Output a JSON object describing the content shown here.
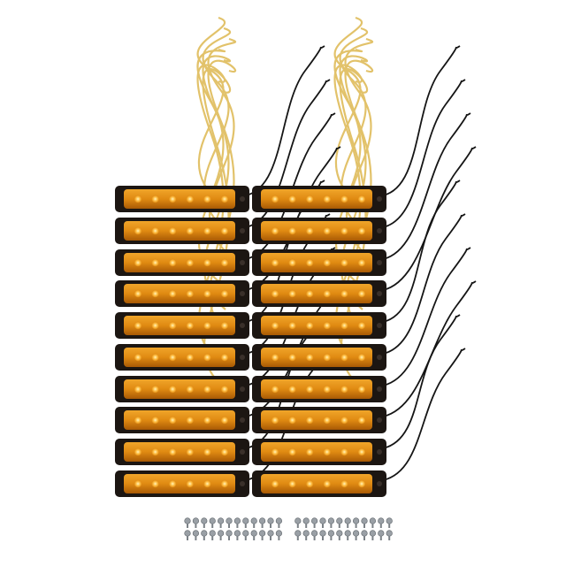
{
  "product": {
    "name": "amber-led-side-marker-lights",
    "light_count": 20,
    "columns": 2,
    "rows": 10,
    "leds_per_light": 6,
    "screw_count": 48
  },
  "colors": {
    "background": "#ffffff",
    "housing": "#1c1612",
    "lens": "#e08a12",
    "lens_dark": "#b05e06",
    "led": "#ffc24a",
    "led_core": "#fff2b8",
    "wire_yellow": "#e2c26a",
    "wire_black": "#151515",
    "screw": "#9aa0a6"
  },
  "icons": {
    "light": "marker-light-icon",
    "screw": "screw-icon"
  }
}
